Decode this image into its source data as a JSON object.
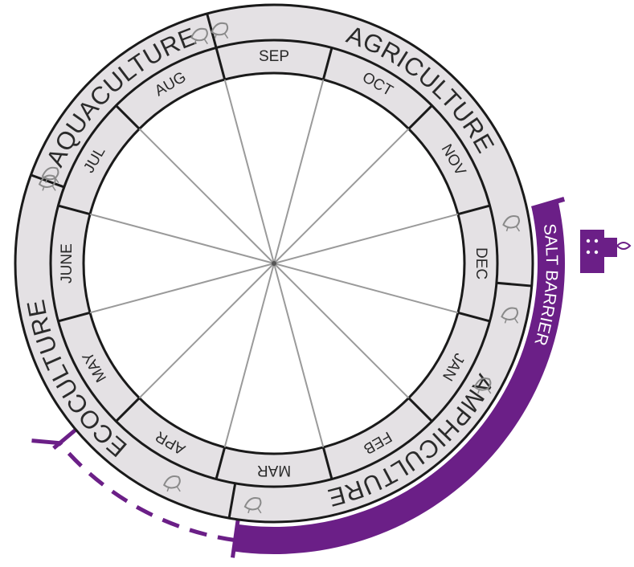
{
  "months": [
    {
      "label": "SEP",
      "center_deg": 90
    },
    {
      "label": "OCT",
      "center_deg": 60
    },
    {
      "label": "NOV",
      "center_deg": 30
    },
    {
      "label": "DEC",
      "center_deg": 0
    },
    {
      "label": "JAN",
      "center_deg": -30
    },
    {
      "label": "FEB",
      "center_deg": -60
    },
    {
      "label": "MAR",
      "center_deg": -90
    },
    {
      "label": "APR",
      "center_deg": -120
    },
    {
      "label": "MAY",
      "center_deg": -150
    },
    {
      "label": "JUNE",
      "center_deg": -180
    },
    {
      "label": "JUL",
      "center_deg": 150
    },
    {
      "label": "AUG",
      "center_deg": 120
    }
  ],
  "seasons": [
    {
      "label": "AGRICULTURE",
      "start_deg": 105,
      "end_deg": -5,
      "icon": "plant-icon"
    },
    {
      "label": "AMPHICULTURE",
      "start_deg": -5,
      "end_deg": -100,
      "icon": "shrimp-plant-icon"
    },
    {
      "label": "ECOCULTURE",
      "start_deg": -100,
      "end_deg": -200,
      "icon": "fish-icon"
    },
    {
      "label": "AQUACULTURE",
      "start_deg": 160,
      "end_deg": 105,
      "icon": "shrimp-icon"
    }
  ],
  "salt_barrier": {
    "label": "SALT BARRIER",
    "icon": "dam-gate-icon",
    "closed_from_deg": 12,
    "closed_to_deg": -98,
    "open_from_deg": -98,
    "open_to_deg": -140
  },
  "colors": {
    "ring_fill": "#e4e1e4",
    "outline": "#1a1a1a",
    "spoke": "#9a9a9a",
    "text": "#2a2a2a",
    "barrier_purple": "#6b1f87",
    "icon_stroke": "#8a8a8a"
  }
}
